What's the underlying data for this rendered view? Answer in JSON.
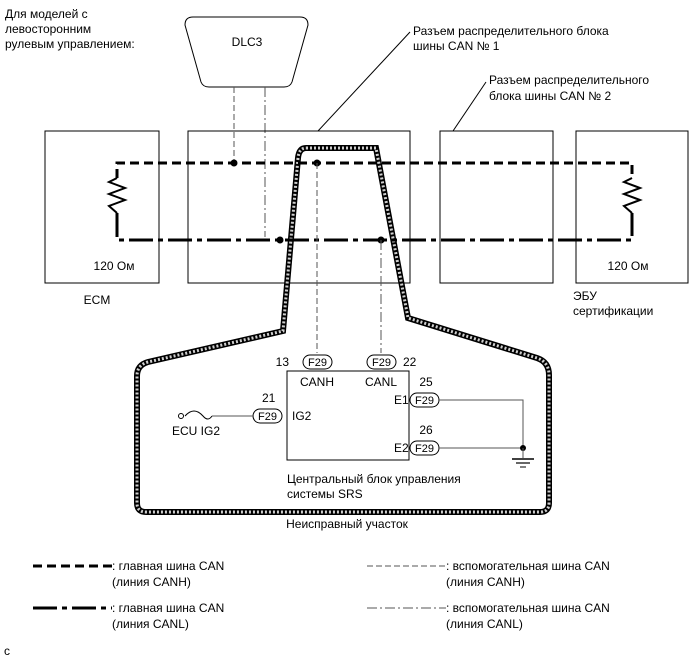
{
  "notes": {
    "lhd_line1": "Для моделей с",
    "lhd_line2": "левосторонним",
    "lhd_line3": "рулевым управлением:",
    "corner_letter": "c"
  },
  "dlc": {
    "label": "DLC3"
  },
  "junction1": {
    "line1": "Разъем распределительного блока",
    "line2": "шины CAN № 1"
  },
  "junction2": {
    "line1": "Разъем распределительного",
    "line2": "блока шины CAN № 2"
  },
  "ecm": {
    "resistor": "120 Ом",
    "label": "ECM"
  },
  "certification_ecu": {
    "resistor": "120 Ом",
    "label_line1": "ЭБУ",
    "label_line2": "сертификации"
  },
  "srs": {
    "title_line1": "Центральный блок управления",
    "title_line2": "системы SRS",
    "pins": {
      "canh_no": "13",
      "canh_conn": "F29",
      "canh_label": "CANH",
      "canl_no": "22",
      "canl_conn": "F29",
      "canl_label": "CANL",
      "ig2_no": "21",
      "ig2_conn": "F29",
      "ig2_label": "IG2",
      "e1_no": "25",
      "e1_conn": "F29",
      "e1_label": "E1",
      "e2_no": "26",
      "e2_conn": "F29",
      "e2_label": "E2"
    },
    "fuse_label": "ECU IG2"
  },
  "fault_area": {
    "label": "Неисправный участок"
  },
  "legend": {
    "main_canh_1": ": главная шина CAN",
    "main_canh_2": "(линия CANH)",
    "main_canl_1": ": главная шина CAN",
    "main_canl_2": "(линия CANL)",
    "aux_canh_1": ": вспомогательная шина CAN",
    "aux_canh_2": "(линия CANH)",
    "aux_canl_1": ": вспомогательная шина CAN",
    "aux_canl_2": "(линия CANL)"
  }
}
